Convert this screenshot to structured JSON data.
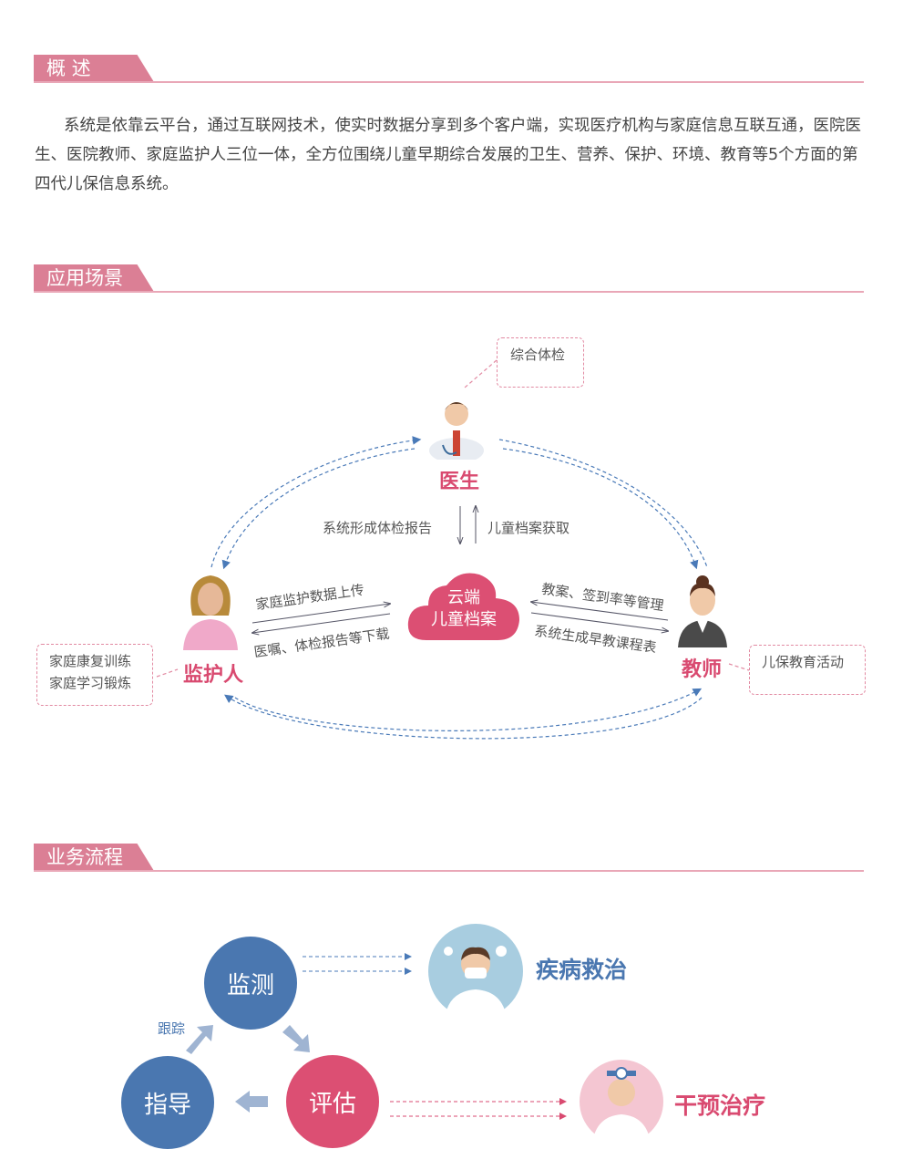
{
  "sections": {
    "overview": "概  述",
    "scenarios": "应用场景",
    "process": "业务流程"
  },
  "overview_text": "系统是依靠云平台，通过互联网技术，使实时数据分享到多个客户端，实现医疗机构与家庭信息互联互通，医院医生、医院教师、家庭监护人三位一体，全方位围绕儿童早期综合发展的卫生、营养、保护、环境、教育等5个方面的第四代儿保信息系统。",
  "scenario": {
    "doctor_note": "综合体检",
    "doctor": "医生",
    "guardian": "监护人",
    "guardian_note_1": "家庭康复训练",
    "guardian_note_2": "家庭学习锻炼",
    "teacher": "教师",
    "teacher_note": "儿保教育活动",
    "cloud_1": "云端",
    "cloud_2": "儿童档案",
    "down_label": "系统形成体检报告",
    "up_label": "儿童档案获取",
    "guardian_up": "家庭监护数据上传",
    "guardian_down": "医嘱、体检报告等下载",
    "teacher_up": "教案、签到率等管理",
    "teacher_down": "系统生成早教课程表"
  },
  "process": {
    "monitor": "监测",
    "evaluate": "评估",
    "guide": "指导",
    "track": "跟踪",
    "disease": "疾病救治",
    "intervene": "干预治疗"
  },
  "colors": {
    "pink": "#d94a70",
    "blue": "#4a77b0",
    "tab": "#db7f95",
    "dash": "#4a7ab8"
  }
}
